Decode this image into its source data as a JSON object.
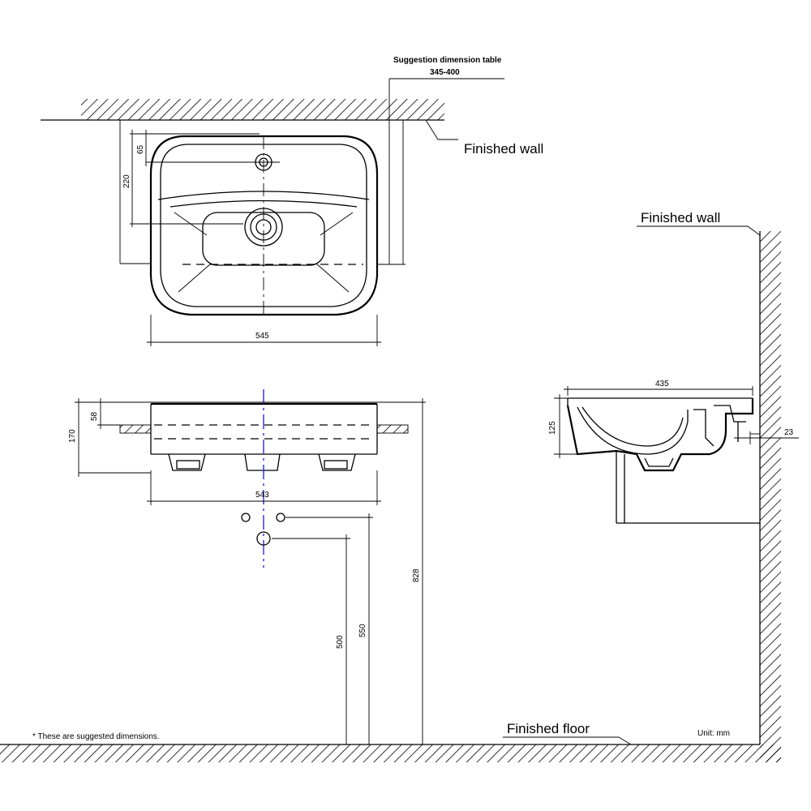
{
  "labels": {
    "suggestion_title": "Suggestion dimension table",
    "suggestion_range": "345-400",
    "finished_wall": "Finished wall",
    "finished_floor": "Finished floor",
    "unit": "Unit: mm",
    "note": "* These are suggested dimensions."
  },
  "dimensions": {
    "top_offset": "65",
    "top_depth": "220",
    "top_width": "545",
    "front_rim": "58",
    "front_height": "170",
    "front_width": "543",
    "side_width": "435",
    "side_height": "125",
    "side_wall_gap": "23",
    "mount_height": "828",
    "supply_height": "550",
    "drain_height": "500"
  }
}
